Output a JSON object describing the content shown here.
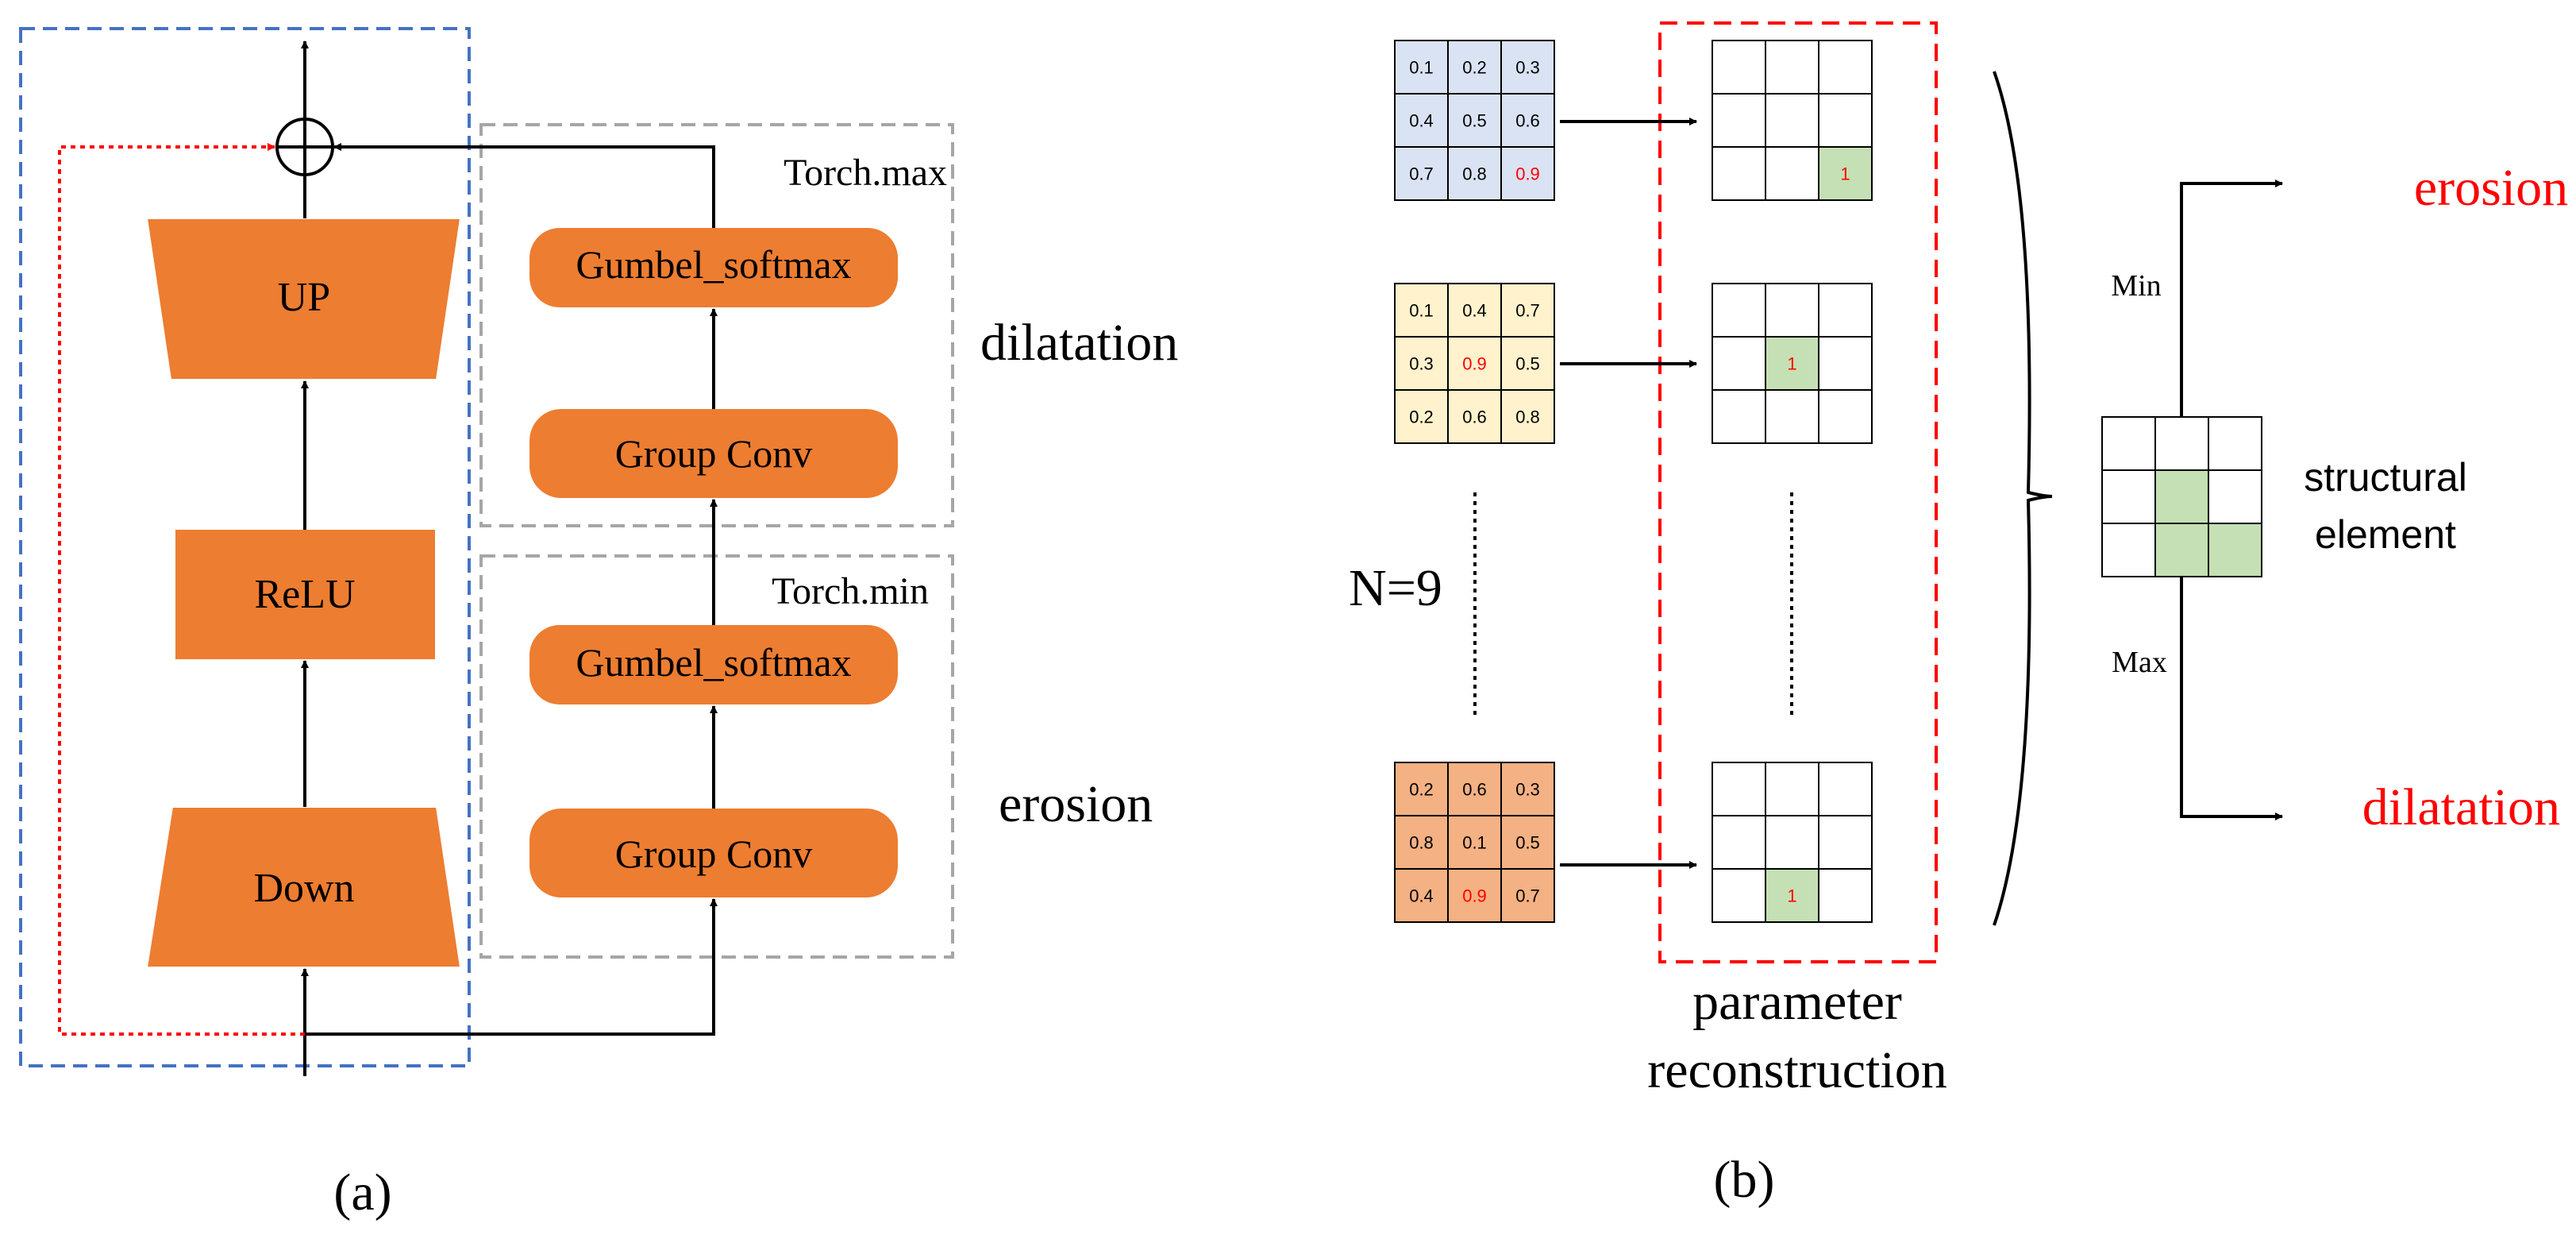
{
  "panel_a": {
    "caption": "(a)",
    "blocks": {
      "up": "UP",
      "relu": "ReLU",
      "down": "Down",
      "gumbel_top": "Gumbel_softmax",
      "group_conv_top": "Group Conv",
      "gumbel_bottom": "Gumbel_softmax",
      "group_conv_bottom": "Group Conv"
    },
    "labels": {
      "torch_max": "Torch.max",
      "torch_min": "Torch.min",
      "dilatation": "dilatation",
      "erosion": "erosion"
    }
  },
  "panel_b": {
    "caption": "(b)",
    "n_label": "N=9",
    "param_label_line1": "parameter",
    "param_label_line2": "reconstruction",
    "min_label": "Min",
    "max_label": "Max",
    "erosion_label": "erosion",
    "dilatation_label": "dilatation",
    "struct_label_line1": "structural",
    "struct_label_line2": "element",
    "input_grids": [
      {
        "values": [
          "0.1",
          "0.2",
          "0.3",
          "0.4",
          "0.5",
          "0.6",
          "0.7",
          "0.8",
          "0.9"
        ],
        "max_index": 8,
        "color": "#dae3f3"
      },
      {
        "values": [
          "0.1",
          "0.4",
          "0.7",
          "0.3",
          "0.9",
          "0.5",
          "0.2",
          "0.6",
          "0.8"
        ],
        "max_index": 4,
        "color": "#fff2cc"
      },
      {
        "values": [
          "0.2",
          "0.6",
          "0.3",
          "0.8",
          "0.1",
          "0.5",
          "0.4",
          "0.9",
          "0.7"
        ],
        "max_index": 7,
        "color": "#f4b183"
      }
    ],
    "output_grids": [
      {
        "one_index": 8,
        "value": "1"
      },
      {
        "one_index": 4,
        "value": "1"
      },
      {
        "one_index": 7,
        "value": "1"
      }
    ],
    "struct_highlight": [
      4,
      7,
      8
    ]
  },
  "colors": {
    "block_orange": "#ed7d31",
    "blue_dash": "#4472c4",
    "red": "#ff0000",
    "gray_dash": "#a6a6a6",
    "green_cell": "#c5e0b4"
  }
}
